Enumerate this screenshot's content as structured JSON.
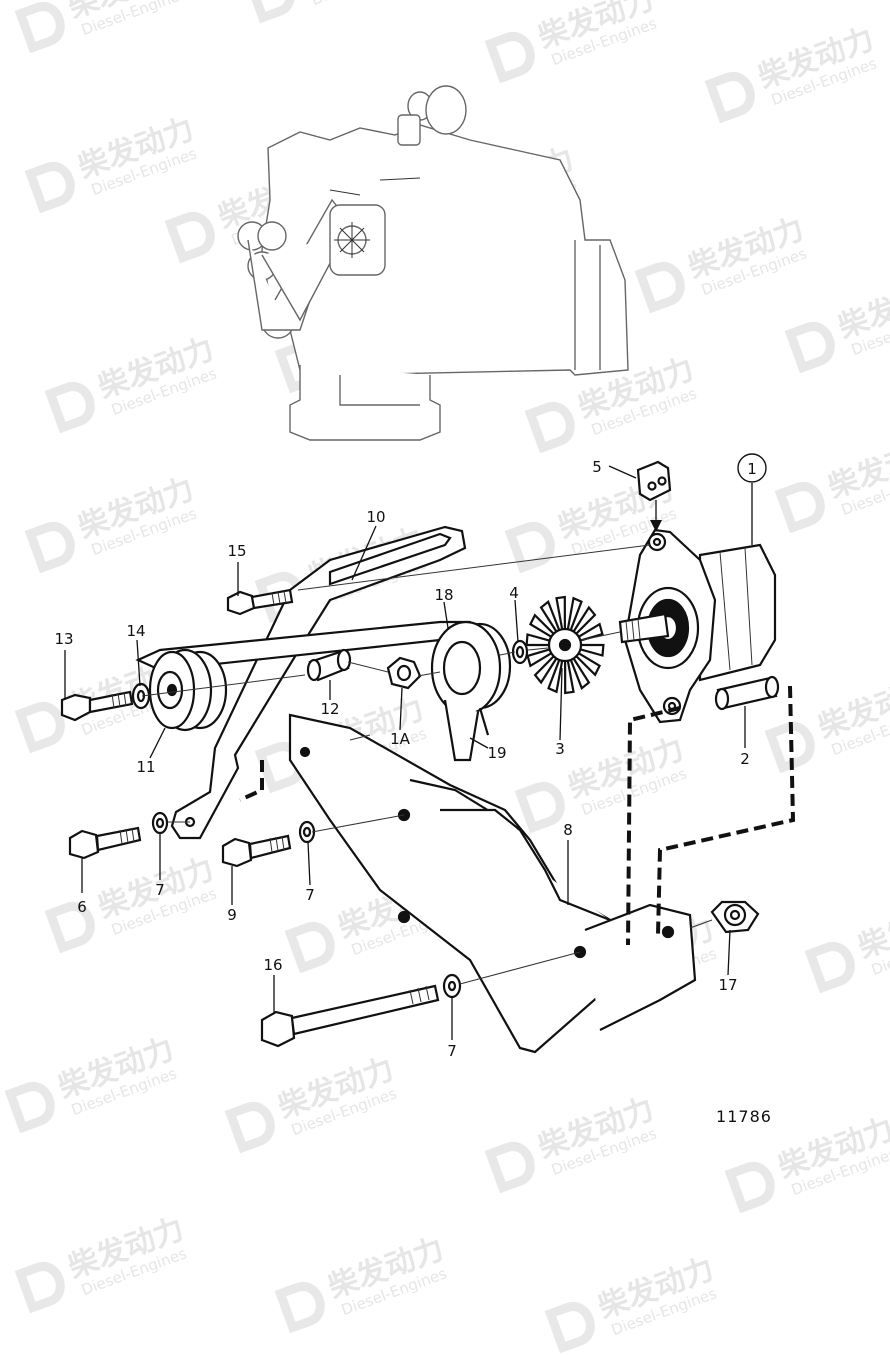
{
  "figure_number": "11786",
  "watermark": {
    "brand_cn": "柴发动力",
    "brand_en": "Diesel-Engines"
  },
  "callouts": [
    {
      "id": "c1",
      "label": "1",
      "circled": true
    },
    {
      "id": "c1a",
      "label": "1A"
    },
    {
      "id": "c2",
      "label": "2"
    },
    {
      "id": "c3",
      "label": "3"
    },
    {
      "id": "c4",
      "label": "4"
    },
    {
      "id": "c5",
      "label": "5"
    },
    {
      "id": "c6",
      "label": "6"
    },
    {
      "id": "c7a",
      "label": "7"
    },
    {
      "id": "c7b",
      "label": "7"
    },
    {
      "id": "c7c",
      "label": "7"
    },
    {
      "id": "c8",
      "label": "8"
    },
    {
      "id": "c9",
      "label": "9"
    },
    {
      "id": "c10",
      "label": "10"
    },
    {
      "id": "c11",
      "label": "11"
    },
    {
      "id": "c12",
      "label": "12"
    },
    {
      "id": "c13",
      "label": "13"
    },
    {
      "id": "c14",
      "label": "14"
    },
    {
      "id": "c15",
      "label": "15"
    },
    {
      "id": "c16",
      "label": "16"
    },
    {
      "id": "c17",
      "label": "17"
    },
    {
      "id": "c18",
      "label": "18"
    },
    {
      "id": "c19",
      "label": "19"
    }
  ]
}
